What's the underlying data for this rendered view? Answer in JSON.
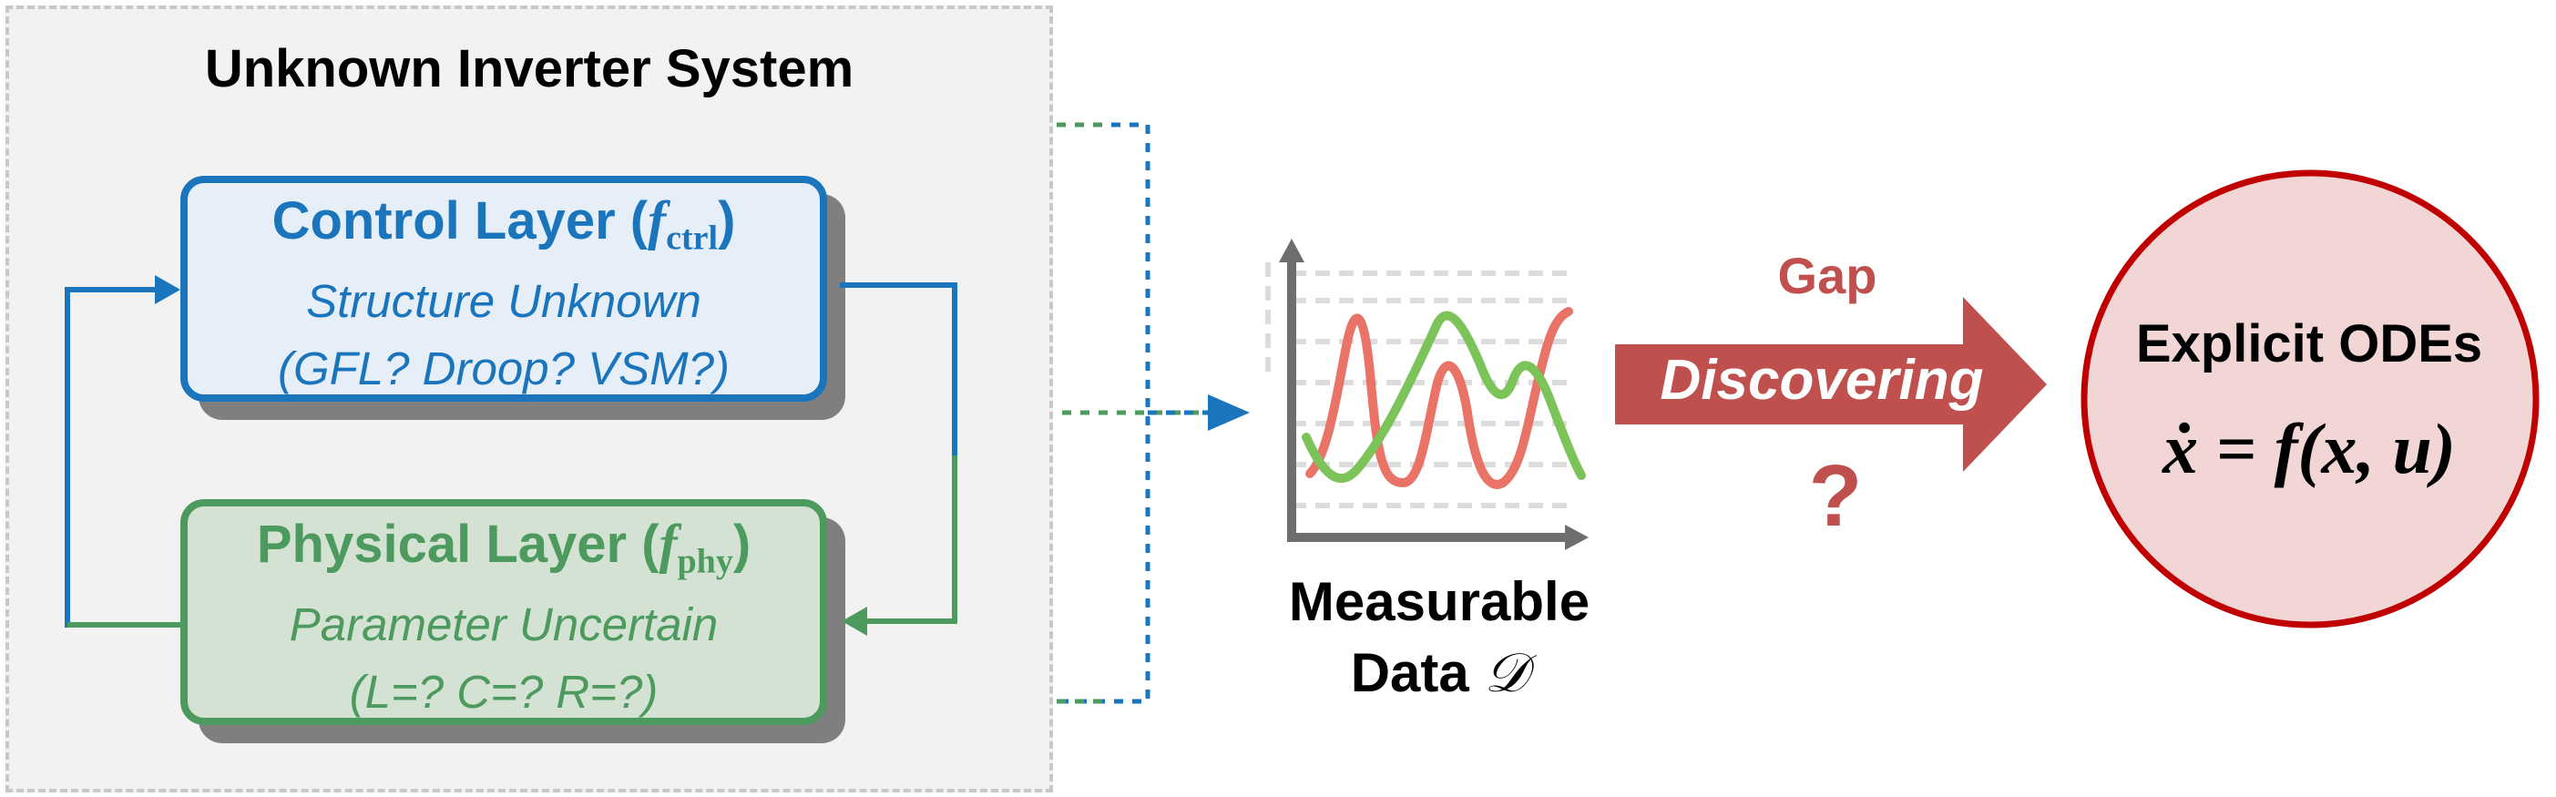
{
  "system": {
    "title": "Unknown Inverter System"
  },
  "control_layer": {
    "title": "Control Layer",
    "symbol": "f",
    "subscript": "ctrl",
    "line1": "Structure Unknown",
    "line2": "(GFL? Droop? VSM?)"
  },
  "physical_layer": {
    "title": "Physical Layer",
    "symbol": "f",
    "subscript": "phy",
    "line1": "Parameter Uncertain",
    "line2": "(L=? C=? R=?)"
  },
  "data": {
    "line1": "Measurable",
    "line2": "Data",
    "symbol": "𝒟"
  },
  "gap": {
    "label": "Gap",
    "arrow_label": "Discovering",
    "question": "?"
  },
  "ode": {
    "title": "Explicit ODEs",
    "equation": "ẋ = f(x, u)"
  },
  "colors": {
    "control": "#1b75bc",
    "physical": "#4d9a5e",
    "gap": "#c0504d",
    "ode_fill": "#f2d6d6",
    "ode_border": "#c00000",
    "curve_red": "#ea7368",
    "curve_green": "#7cc35a"
  },
  "chart_data": {
    "type": "line",
    "title": "",
    "xlabel": "",
    "ylabel": "",
    "series": [
      {
        "values": []
      },
      {
        "values": []
      }
    ]
  }
}
